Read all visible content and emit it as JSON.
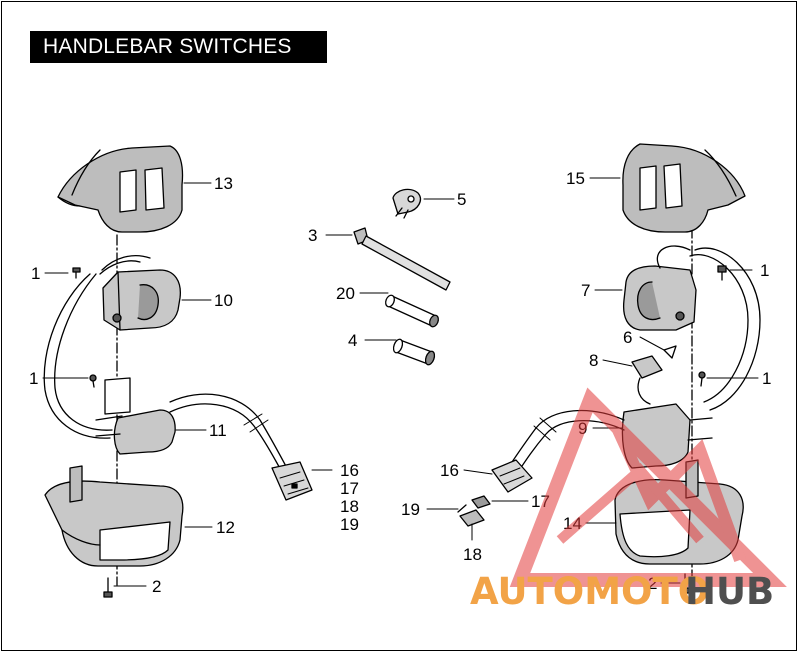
{
  "title": "HANDLEBAR SWITCHES",
  "callouts": {
    "c1a": "1",
    "c1b": "1",
    "c1c": "1",
    "c1d": "1",
    "c2a": "2",
    "c2b": "2",
    "c3": "3",
    "c4": "4",
    "c5": "5",
    "c6": "6",
    "c7": "7",
    "c8": "8",
    "c9": "9",
    "c10": "10",
    "c11": "11",
    "c12": "12",
    "c13": "13",
    "c14": "14",
    "c15": "15",
    "c16a": "16",
    "c16b": "16",
    "c17a": "17",
    "c17b": "17",
    "c18a": "18",
    "c18b": "18",
    "c19a": "19",
    "c19b": "19",
    "c20": "20"
  },
  "watermark": {
    "part1": "AUTOMOTO",
    "part2": "HUB",
    "color_primary": "#f2a347",
    "color_secondary": "#4f4f4f",
    "logo_color": "#e23b3b"
  }
}
